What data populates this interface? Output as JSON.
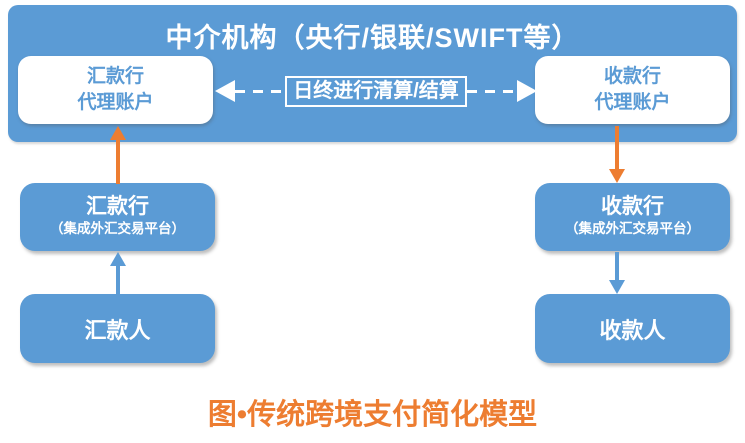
{
  "colors": {
    "primary_blue": "#5b9bd5",
    "accent_orange": "#ed7d31",
    "box_white": "#ffffff"
  },
  "intermediary": {
    "title": "中介机构（央行/银联/SWIFT等）",
    "left_account": {
      "line1": "汇款行",
      "line2": "代理账户"
    },
    "right_account": {
      "line1": "收款行",
      "line2": "代理账户"
    },
    "clearing_label": "日终进行清算/结算"
  },
  "left_column": {
    "bank": {
      "line1": "汇款行",
      "line2": "（集成外汇交易平台）"
    },
    "person": {
      "label": "汇款人"
    }
  },
  "right_column": {
    "bank": {
      "line1": "收款行",
      "line2": "（集成外汇交易平台）"
    },
    "person": {
      "label": "收款人"
    }
  },
  "caption": "图•传统跨境支付简化模型"
}
